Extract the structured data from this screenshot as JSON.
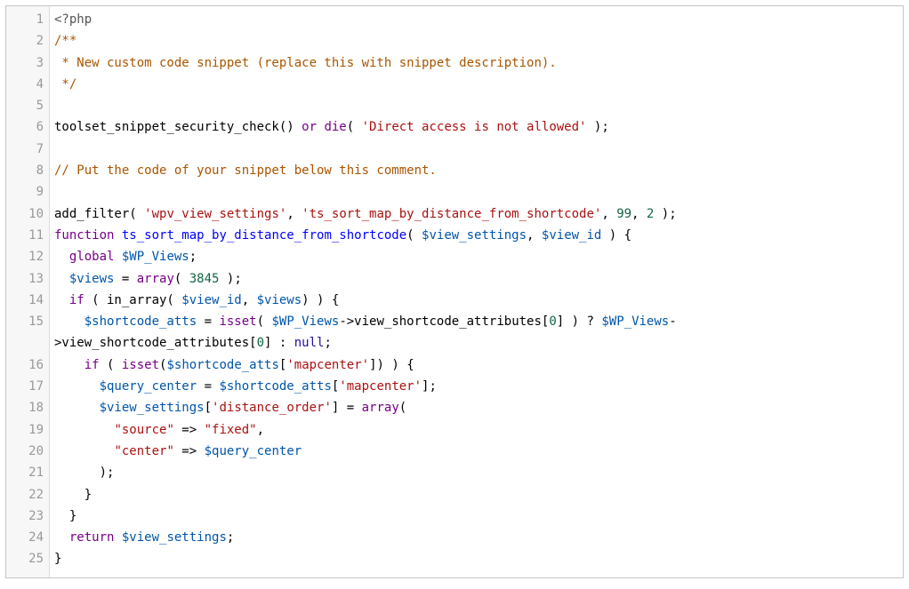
{
  "editor": {
    "theme": {
      "background": "#ffffff",
      "outer_border": "#c6c6c6",
      "gutter_background": "#f7f7f7",
      "gutter_border": "#dddddd",
      "line_number_color": "#999999",
      "token_colors": {
        "plain": "#000000",
        "comment": "#aa5500",
        "string": "#aa1111",
        "keyword": "#770088",
        "variable": "#0055aa",
        "def": "#0000ff",
        "number": "#116644",
        "atom": "#221199",
        "meta": "#555555"
      }
    },
    "rows": [
      {
        "n": "1",
        "t": [
          [
            "meta",
            "<?php"
          ]
        ]
      },
      {
        "n": "2",
        "t": [
          [
            "comment",
            "/**"
          ]
        ]
      },
      {
        "n": "3",
        "t": [
          [
            "comment",
            " * New custom code snippet (replace this with snippet description)."
          ]
        ]
      },
      {
        "n": "4",
        "t": [
          [
            "comment",
            " */"
          ]
        ]
      },
      {
        "n": "5",
        "t": []
      },
      {
        "n": "6",
        "t": [
          [
            "plain",
            "toolset_snippet_security_check() "
          ],
          [
            "keyword",
            "or"
          ],
          [
            "plain",
            " "
          ],
          [
            "keyword",
            "die"
          ],
          [
            "plain",
            "( "
          ],
          [
            "string",
            "'Direct access is not allowed'"
          ],
          [
            "plain",
            " );"
          ]
        ]
      },
      {
        "n": "7",
        "t": []
      },
      {
        "n": "8",
        "t": [
          [
            "comment",
            "// Put the code of your snippet below this comment."
          ]
        ]
      },
      {
        "n": "9",
        "t": []
      },
      {
        "n": "10",
        "t": [
          [
            "plain",
            "add_filter( "
          ],
          [
            "string",
            "'wpv_view_settings'"
          ],
          [
            "plain",
            ", "
          ],
          [
            "string",
            "'ts_sort_map_by_distance_from_shortcode'"
          ],
          [
            "plain",
            ", "
          ],
          [
            "number",
            "99"
          ],
          [
            "plain",
            ", "
          ],
          [
            "number",
            "2"
          ],
          [
            "plain",
            " );"
          ]
        ]
      },
      {
        "n": "11",
        "t": [
          [
            "keyword",
            "function"
          ],
          [
            "plain",
            " "
          ],
          [
            "def",
            "ts_sort_map_by_distance_from_shortcode"
          ],
          [
            "plain",
            "( "
          ],
          [
            "variable",
            "$view_settings"
          ],
          [
            "plain",
            ", "
          ],
          [
            "variable",
            "$view_id"
          ],
          [
            "plain",
            " ) {"
          ]
        ]
      },
      {
        "n": "12",
        "t": [
          [
            "plain",
            "  "
          ],
          [
            "keyword",
            "global"
          ],
          [
            "plain",
            " "
          ],
          [
            "variable",
            "$WP_Views"
          ],
          [
            "plain",
            ";"
          ]
        ]
      },
      {
        "n": "13",
        "t": [
          [
            "plain",
            "  "
          ],
          [
            "variable",
            "$views"
          ],
          [
            "plain",
            " = "
          ],
          [
            "keyword",
            "array"
          ],
          [
            "plain",
            "( "
          ],
          [
            "number",
            "3845"
          ],
          [
            "plain",
            " );"
          ]
        ]
      },
      {
        "n": "14",
        "t": [
          [
            "plain",
            "  "
          ],
          [
            "keyword",
            "if"
          ],
          [
            "plain",
            " ( in_array( "
          ],
          [
            "variable",
            "$view_id"
          ],
          [
            "plain",
            ", "
          ],
          [
            "variable",
            "$views"
          ],
          [
            "plain",
            ") ) {"
          ]
        ]
      },
      {
        "n": "15",
        "t": [
          [
            "plain",
            "    "
          ],
          [
            "variable",
            "$shortcode_atts"
          ],
          [
            "plain",
            " = "
          ],
          [
            "keyword",
            "isset"
          ],
          [
            "plain",
            "( "
          ],
          [
            "variable",
            "$WP_Views"
          ],
          [
            "plain",
            "->view_shortcode_attributes["
          ],
          [
            "number",
            "0"
          ],
          [
            "plain",
            "] ) ? "
          ],
          [
            "variable",
            "$WP_Views"
          ],
          [
            "plain",
            "-"
          ]
        ]
      },
      {
        "n": "",
        "t": [
          [
            "plain",
            ">view_shortcode_attributes["
          ],
          [
            "number",
            "0"
          ],
          [
            "plain",
            "] : "
          ],
          [
            "atom",
            "null"
          ],
          [
            "plain",
            ";"
          ]
        ]
      },
      {
        "n": "16",
        "t": [
          [
            "plain",
            "    "
          ],
          [
            "keyword",
            "if"
          ],
          [
            "plain",
            " ( "
          ],
          [
            "keyword",
            "isset"
          ],
          [
            "plain",
            "("
          ],
          [
            "variable",
            "$shortcode_atts"
          ],
          [
            "plain",
            "["
          ],
          [
            "string",
            "'mapcenter'"
          ],
          [
            "plain",
            "]) ) {"
          ]
        ]
      },
      {
        "n": "17",
        "t": [
          [
            "plain",
            "      "
          ],
          [
            "variable",
            "$query_center"
          ],
          [
            "plain",
            " = "
          ],
          [
            "variable",
            "$shortcode_atts"
          ],
          [
            "plain",
            "["
          ],
          [
            "string",
            "'mapcenter'"
          ],
          [
            "plain",
            "];"
          ]
        ]
      },
      {
        "n": "18",
        "t": [
          [
            "plain",
            "      "
          ],
          [
            "variable",
            "$view_settings"
          ],
          [
            "plain",
            "["
          ],
          [
            "string",
            "'distance_order'"
          ],
          [
            "plain",
            "] = "
          ],
          [
            "keyword",
            "array"
          ],
          [
            "plain",
            "("
          ]
        ]
      },
      {
        "n": "19",
        "t": [
          [
            "plain",
            "        "
          ],
          [
            "string",
            "\"source\""
          ],
          [
            "plain",
            " => "
          ],
          [
            "string",
            "\"fixed\""
          ],
          [
            "plain",
            ","
          ]
        ]
      },
      {
        "n": "20",
        "t": [
          [
            "plain",
            "        "
          ],
          [
            "string",
            "\"center\""
          ],
          [
            "plain",
            " => "
          ],
          [
            "variable",
            "$query_center"
          ]
        ]
      },
      {
        "n": "21",
        "t": [
          [
            "plain",
            "      );"
          ]
        ]
      },
      {
        "n": "22",
        "t": [
          [
            "plain",
            "    }"
          ]
        ]
      },
      {
        "n": "23",
        "t": [
          [
            "plain",
            "  }"
          ]
        ]
      },
      {
        "n": "24",
        "t": [
          [
            "plain",
            "  "
          ],
          [
            "keyword",
            "return"
          ],
          [
            "plain",
            " "
          ],
          [
            "variable",
            "$view_settings"
          ],
          [
            "plain",
            ";"
          ]
        ]
      },
      {
        "n": "25",
        "t": [
          [
            "plain",
            "}"
          ]
        ]
      }
    ]
  }
}
